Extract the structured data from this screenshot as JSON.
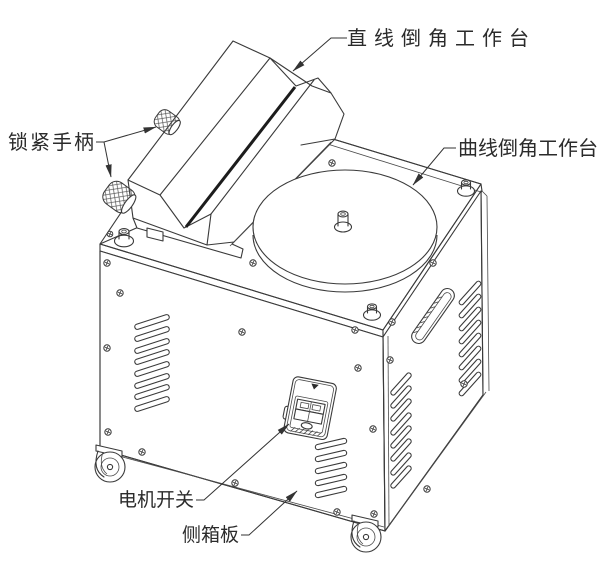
{
  "diagram": {
    "title_implicit": "chamfering machine line drawing",
    "colors": {
      "background": "#ffffff",
      "line": "#3a3a3a",
      "text": "#2b2b2b",
      "groove_slot": "#1c1c1c"
    },
    "labels": {
      "straight_worktable": "直线倒角工作台",
      "locking_handle": "锁紧手柄",
      "curve_worktable": "曲线倒角工作台",
      "motor_switch": "电机开关",
      "side_panel": "侧箱板"
    }
  }
}
